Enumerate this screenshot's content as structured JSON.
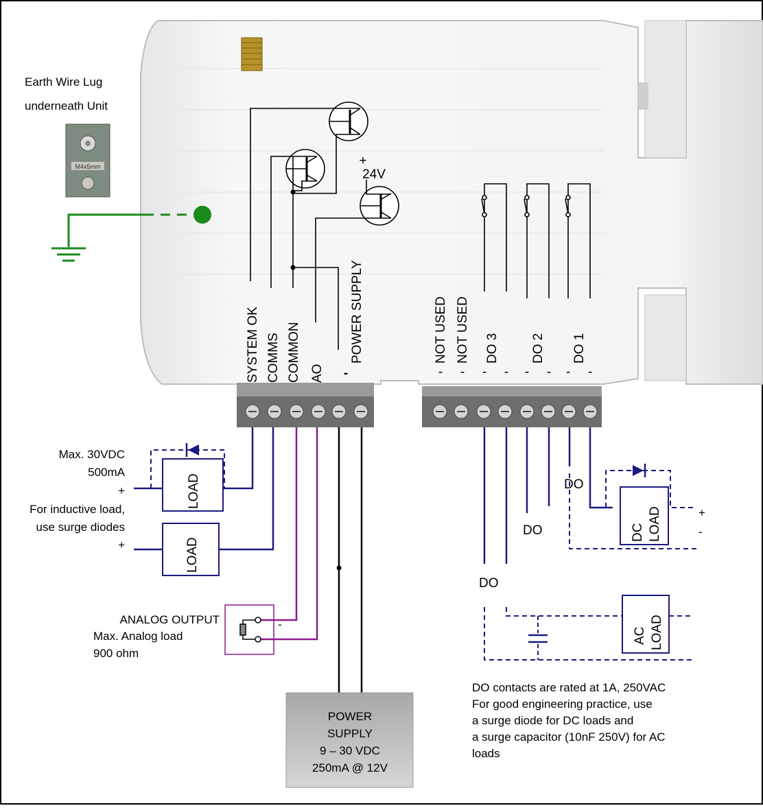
{
  "earth": {
    "line1": "Earth Wire Lug",
    "line2": "underneath Unit",
    "lug_marking": "M4x5mm"
  },
  "left_terminals": {
    "system_ok": "SYSTEM OK",
    "comms": "COMMS",
    "common": "COMMON",
    "ao": "AO",
    "minus": "-",
    "power_supply": "POWER SUPPLY"
  },
  "supply_label": {
    "plus": "+",
    "voltage": "24V"
  },
  "right_terminals": {
    "not_used_1": "NOT USED",
    "not_used_2": "NOT USED",
    "do3": "DO 3",
    "do2": "DO 2",
    "do1": "DO 1",
    "minus_mark": "-"
  },
  "left_notes": {
    "max_line1": "Max. 30VDC",
    "max_line2": "500mA",
    "plus": "+",
    "inductive_line1": "For inductive load,",
    "inductive_line2": "use surge diodes",
    "plus2": "+"
  },
  "loads": {
    "load": "LOAD",
    "dc": "DC",
    "ac": "AC"
  },
  "analog": {
    "line1": "ANALOG OUTPUT",
    "line2": "Max. Analog load",
    "line3": "900 ohm",
    "minus": "-"
  },
  "power_supply_box": {
    "line1": "POWER",
    "line2": "SUPPLY",
    "line3": "9 – 30 VDC",
    "line4": "250mA @ 12V"
  },
  "do_labels": {
    "do": "DO",
    "plus": "+",
    "minus": "-"
  },
  "rating_note": {
    "line1": "DO contacts are rated at 1A, 250VAC",
    "line2": "For good engineering practice, use",
    "line3": "a surge diode for DC loads and",
    "line4": "a surge capacitor (10nF 250V) for AC",
    "line5": "loads"
  },
  "colors": {
    "earth_green": "#1a8a1a",
    "wire_navy": "#1a1a80",
    "wire_purple": "#8b1a8b",
    "housing": "#f1f1f1"
  }
}
